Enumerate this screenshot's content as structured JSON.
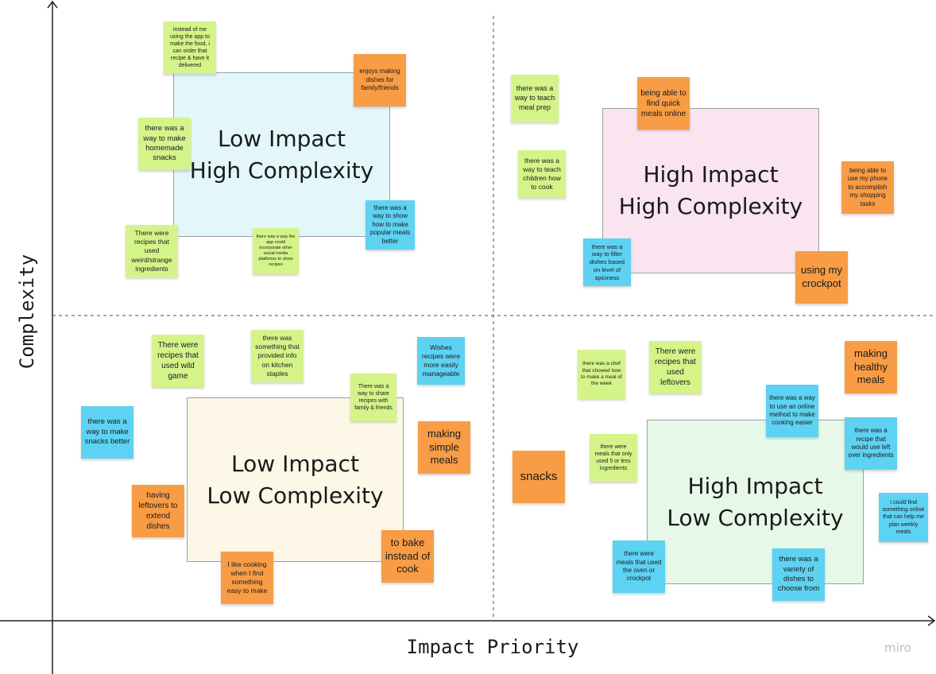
{
  "axes": {
    "x_label": "Impact Priority",
    "y_label": "Complexity"
  },
  "watermark": "miro",
  "quadrants": {
    "low_high": "Low Impact\nHigh Complexity",
    "high_high": "High Impact\nHigh Complexity",
    "low_low": "Low Impact\nLow Complexity",
    "high_low": "High Impact\nLow Complexity"
  },
  "notes": {
    "n1": "instead of me using the app to make the food, i can order that recipe & have it delivered",
    "n2": "enjoys making dishes for family/friends",
    "n3": "there was a way to make homemade snacks",
    "n4": "there was a way to show how to make popular meals better",
    "n5": "There were recipes that used weird/strange ingredients",
    "n6": "there was a way the app could incorporate other social media platforms to show recipes",
    "n7": "there was a way to teach meal prep",
    "n8": "being able to find quick meals online",
    "n9": "there was a way to teach children how to cook",
    "n10": "being able to use my phone to accomplish my shopping tasks",
    "n11": "there was a way to filter dishes based on level of spiciness",
    "n12": "using my crockpot",
    "n13": "There were recipes that used wild game",
    "n14": "there was something that provided info on kitchen staples",
    "n15": "Wishes recipes were more easily manageable",
    "n16": "There was a way to share recipes with family & friends",
    "n17": "there was a way to make snacks better",
    "n18": "making simple meals",
    "n19": "having leftovers to extend dishes",
    "n20": "to bake instead of cook",
    "n21": "I like cooking when I find something easy to make",
    "n22": "there was a chef that showed how to make a meal of the week",
    "n23": "There were recipes that used leftovers",
    "n24": "making healthy meals",
    "n25": "there was a way to use an online method to make cooking easier",
    "n26": "there were meals that only used 5 or less ingredients",
    "n27": "snacks",
    "n28": "there was a recipe that would use left over ingredients",
    "n29": "I could find something online that can help me plan weekly meals",
    "n30": "there were meals that used the oven or crockpot",
    "n31": "there was a variety of dishes to choose from"
  },
  "colors": {
    "green": "#d4f48a",
    "orange": "#f89c45",
    "blue": "#5ed2f2"
  }
}
